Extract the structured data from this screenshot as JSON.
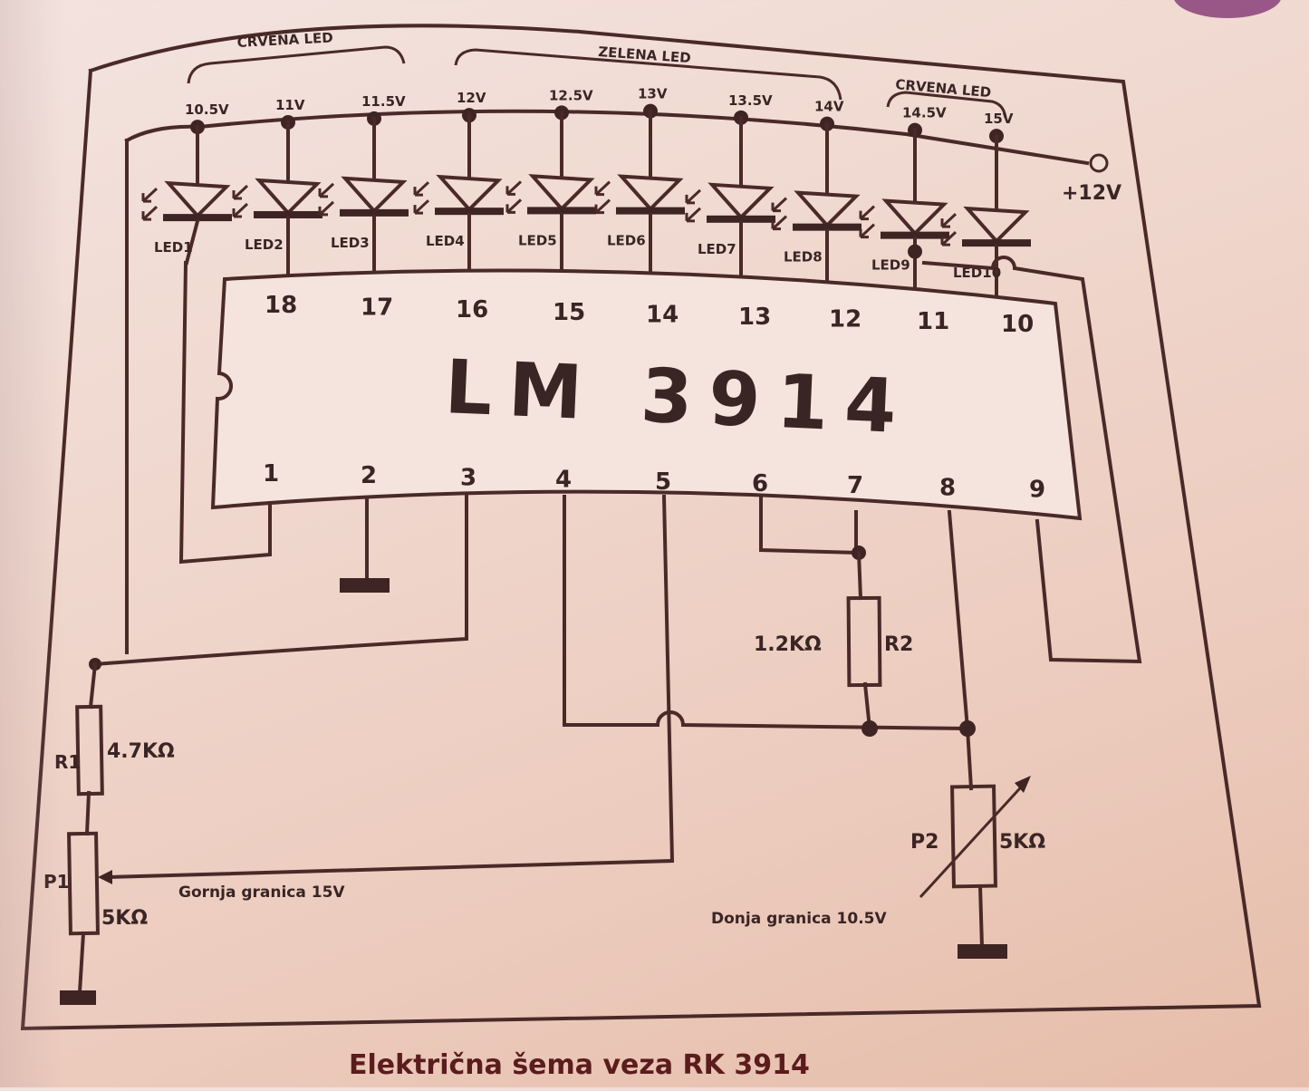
{
  "diagram": {
    "title": "Električna šema veza RK 3914",
    "chip": {
      "label": "LM 3914"
    },
    "group_labels": [
      {
        "id": "group-red-low",
        "text": "CRVENA LED"
      },
      {
        "id": "group-green",
        "text": "ZELENA LED"
      },
      {
        "id": "group-red-high",
        "text": "CRVENA LED"
      }
    ],
    "supply": {
      "label": "+12V"
    },
    "leds": [
      {
        "name": "LED1",
        "voltage": "10.5V",
        "pin": "1"
      },
      {
        "name": "LED2",
        "voltage": "11V",
        "pin": "18"
      },
      {
        "name": "LED3",
        "voltage": "11.5V",
        "pin": "17"
      },
      {
        "name": "LED4",
        "voltage": "12V",
        "pin": "16"
      },
      {
        "name": "LED5",
        "voltage": "12.5V",
        "pin": "15"
      },
      {
        "name": "LED6",
        "voltage": "13V",
        "pin": "14"
      },
      {
        "name": "LED7",
        "voltage": "13.5V",
        "pin": "13"
      },
      {
        "name": "LED8",
        "voltage": "14V",
        "pin": "12"
      },
      {
        "name": "LED9",
        "voltage": "14.5V",
        "pin": "11"
      },
      {
        "name": "LED10",
        "voltage": "15V",
        "pin": "10"
      }
    ],
    "top_pins": [
      "18",
      "17",
      "16",
      "15",
      "14",
      "13",
      "12",
      "11",
      "10"
    ],
    "bottom_pins": [
      "1",
      "2",
      "3",
      "4",
      "5",
      "6",
      "7",
      "8",
      "9"
    ],
    "components": {
      "r1": {
        "name": "R1",
        "value": "4.7KΩ"
      },
      "p1": {
        "name": "P1",
        "value": "5KΩ",
        "note": "Gornja granica 15V"
      },
      "r2": {
        "name": "R2",
        "value": "1.2KΩ"
      },
      "p2": {
        "name": "P2",
        "value": "5KΩ",
        "note": "Donja granica 10.5V"
      }
    },
    "colors": {
      "ink": "#4a2a28",
      "paper": "#f0d8cf",
      "caption": "#5a1c1c"
    }
  }
}
